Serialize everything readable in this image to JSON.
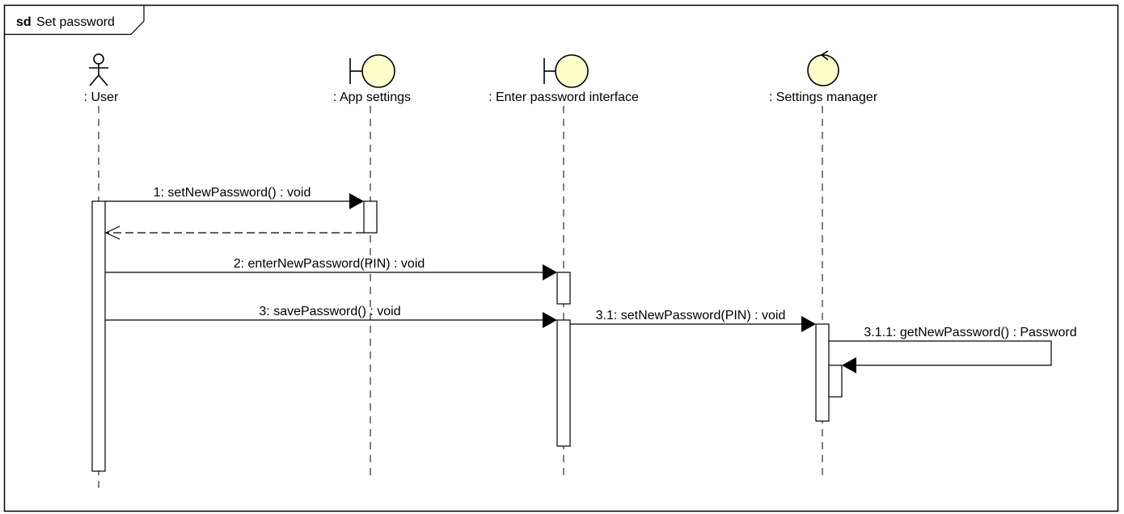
{
  "frame": {
    "keyword": "sd",
    "title": "Set password"
  },
  "lifelines": [
    {
      "id": "user",
      "label": ": User",
      "stereotype": "actor"
    },
    {
      "id": "app_settings",
      "label": ": App settings",
      "stereotype": "boundary"
    },
    {
      "id": "enter_password",
      "label": ": Enter password interface",
      "stereotype": "boundary"
    },
    {
      "id": "settings_manager",
      "label": ": Settings manager",
      "stereotype": "control"
    }
  ],
  "messages": [
    {
      "id": "m1",
      "label": "1: setNewPassword() : void",
      "from": "user",
      "to": "app_settings",
      "kind": "sync"
    },
    {
      "id": "m1r",
      "label": "",
      "from": "app_settings",
      "to": "user",
      "kind": "reply"
    },
    {
      "id": "m2",
      "label": "2: enterNewPassword(PIN) : void",
      "from": "user",
      "to": "enter_password",
      "kind": "sync"
    },
    {
      "id": "m3",
      "label": "3: savePassword() : void",
      "from": "user",
      "to": "enter_password",
      "kind": "sync"
    },
    {
      "id": "m31",
      "label": "3.1: setNewPassword(PIN) : void",
      "from": "enter_password",
      "to": "settings_manager",
      "kind": "sync"
    },
    {
      "id": "m311",
      "label": "3.1.1: getNewPassword() : Password",
      "from": "settings_manager",
      "to": "settings_manager",
      "kind": "self"
    }
  ],
  "colors": {
    "stroke": "#000000",
    "participant_fill": "#FFFFCC",
    "activation_fill": "#FFFFFF",
    "background": "#FFFFFF"
  }
}
